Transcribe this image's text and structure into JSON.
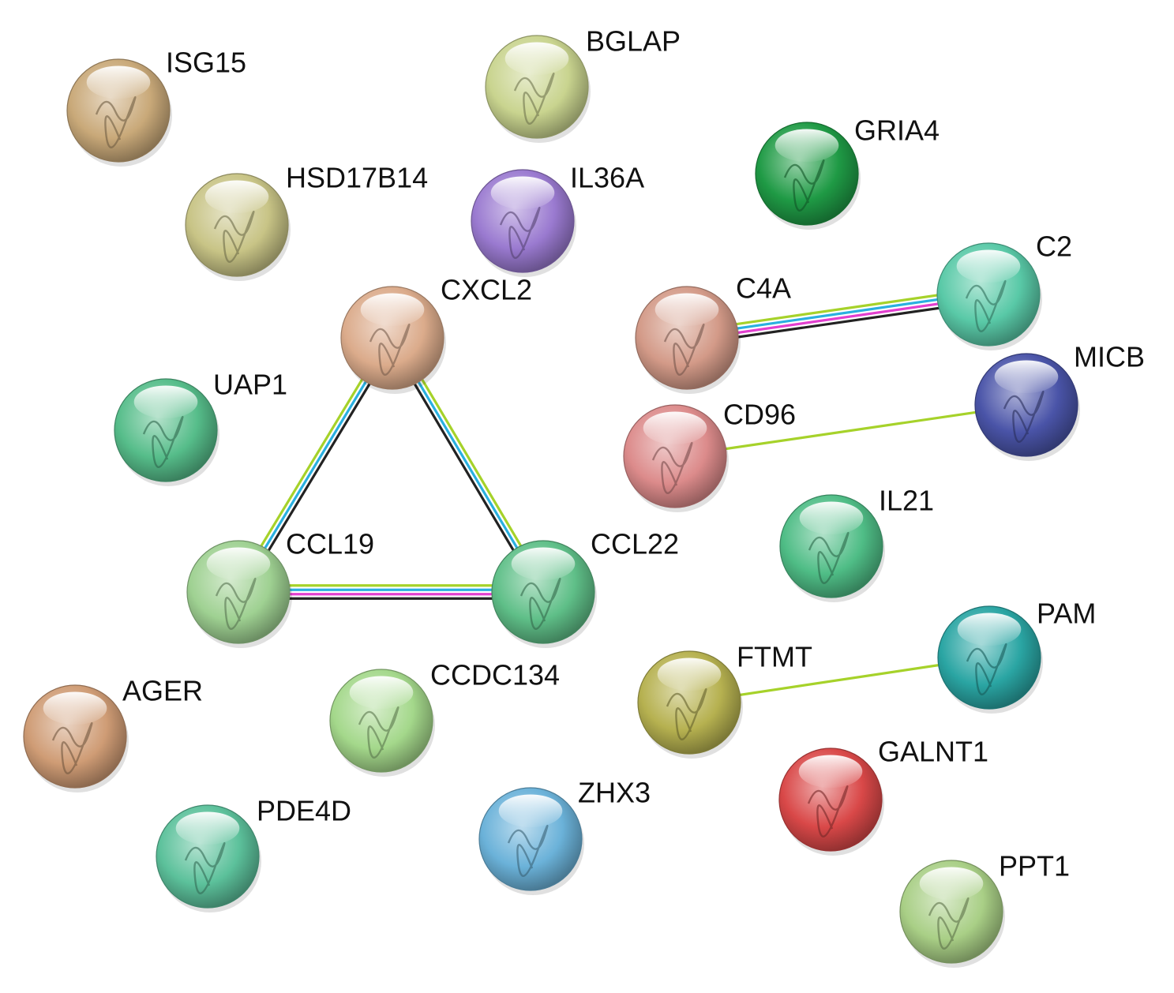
{
  "nodes": [
    {
      "id": "ISG15",
      "label": "ISG15",
      "color": "#c9a979"
    },
    {
      "id": "BGLAP",
      "label": "BGLAP",
      "color": "#c9d48f"
    },
    {
      "id": "GRIA4",
      "label": "GRIA4",
      "color": "#1f9a45"
    },
    {
      "id": "HSD17B14",
      "label": "HSD17B14",
      "color": "#c8c486"
    },
    {
      "id": "IL36A",
      "label": "IL36A",
      "color": "#9a7ad0"
    },
    {
      "id": "C2",
      "label": "C2",
      "color": "#59c9a7"
    },
    {
      "id": "C4A",
      "label": "C4A",
      "color": "#d39a88"
    },
    {
      "id": "CXCL2",
      "label": "CXCL2",
      "color": "#dbab8b"
    },
    {
      "id": "MICB",
      "label": "MICB",
      "color": "#4a54a8"
    },
    {
      "id": "UAP1",
      "label": "UAP1",
      "color": "#56bd8a"
    },
    {
      "id": "CD96",
      "label": "CD96",
      "color": "#dc8b8b"
    },
    {
      "id": "IL21",
      "label": "IL21",
      "color": "#4fbd86"
    },
    {
      "id": "CCL19",
      "label": "CCL19",
      "color": "#9fd192"
    },
    {
      "id": "CCL22",
      "label": "CCL22",
      "color": "#5fbf88"
    },
    {
      "id": "PAM",
      "label": "PAM",
      "color": "#2aa5a3"
    },
    {
      "id": "FTMT",
      "label": "FTMT",
      "color": "#b6b150"
    },
    {
      "id": "AGER",
      "label": "AGER",
      "color": "#cf9c75"
    },
    {
      "id": "CCDC134",
      "label": "CCDC134",
      "color": "#a4d88b"
    },
    {
      "id": "GALNT1",
      "label": "GALNT1",
      "color": "#d94848"
    },
    {
      "id": "PDE4D",
      "label": "PDE4D",
      "color": "#5cc19b"
    },
    {
      "id": "ZHX3",
      "label": "ZHX3",
      "color": "#6bb2d9"
    },
    {
      "id": "PPT1",
      "label": "PPT1",
      "color": "#a9cf86"
    }
  ],
  "edges": [
    {
      "source": "CXCL2",
      "target": "CCL19",
      "colors": [
        "#222222",
        "#2ab0e0",
        "#a6d22a"
      ]
    },
    {
      "source": "CXCL2",
      "target": "CCL22",
      "colors": [
        "#a6d22a",
        "#2ab0e0",
        "#222222"
      ]
    },
    {
      "source": "CCL19",
      "target": "CCL22",
      "colors": [
        "#a6d22a",
        "#2ab0e0",
        "#e23fcf",
        "#222222"
      ]
    },
    {
      "source": "C4A",
      "target": "C2",
      "colors": [
        "#a6d22a",
        "#2ab0e0",
        "#e23fcf",
        "#222222"
      ]
    },
    {
      "source": "CD96",
      "target": "MICB",
      "colors": [
        "#a6d22a"
      ]
    },
    {
      "source": "FTMT",
      "target": "PAM",
      "colors": [
        "#a6d22a"
      ]
    }
  ]
}
